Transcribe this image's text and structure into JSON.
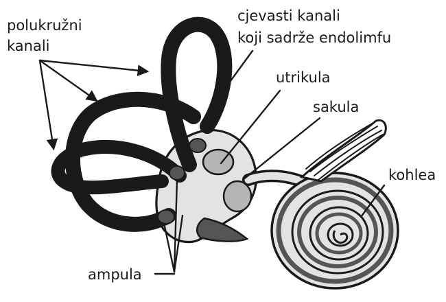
{
  "labels": {
    "semicircular_canals_line1": "polukružni",
    "semicircular_canals_line2": "kanali",
    "tubular_canals_line1": "cjevasti kanali",
    "tubular_canals_line2": "koji sadrže endolimfu",
    "utricle": "utrikula",
    "saccule": "sakula",
    "cochlea": "kohlea",
    "ampulla": "ampula"
  },
  "colors": {
    "outline": "#1a1a1a",
    "light_fill": "#e3e3e3",
    "mid_fill": "#b5b5b5",
    "dark_fill": "#555555",
    "background": "#ffffff"
  }
}
